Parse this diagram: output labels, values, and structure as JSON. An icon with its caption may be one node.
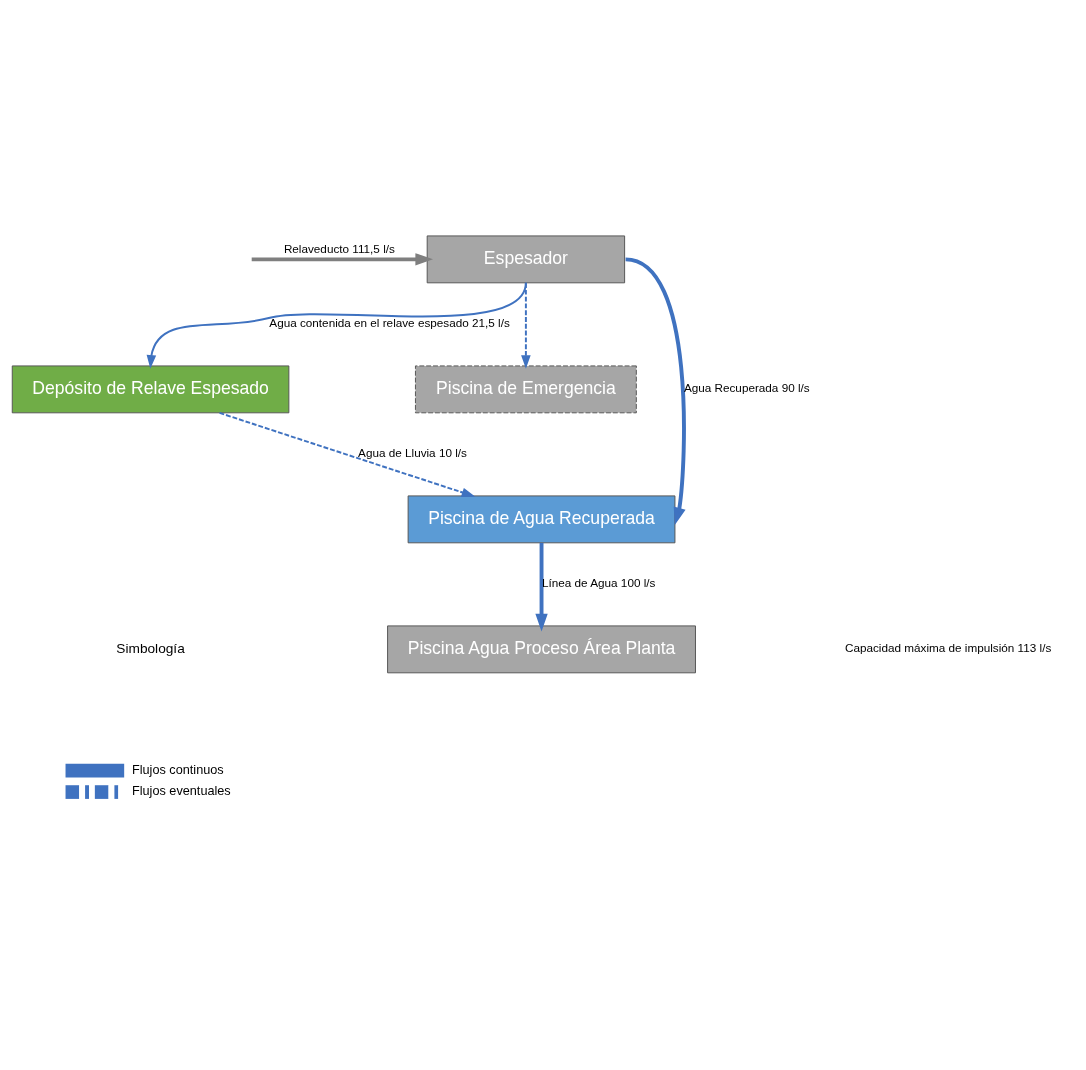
{
  "diagram": {
    "nodes": [
      {
        "text": [
          "Espesador"
        ]
      },
      {
        "text": [
          "Depósito de Relave Espesado"
        ]
      },
      {
        "text": [
          "Piscina de Emergencia"
        ]
      },
      {
        "text": [
          "Piscina de Agua Recuperada"
        ]
      },
      {
        "text": [
          "Piscina Agua Proceso Área Planta"
        ]
      }
    ],
    "edges": [
      {
        "from": null,
        "to": 0,
        "arrow": "to",
        "label": "Relaveducto 111,5 l/s",
        "color": "#7f7f7f",
        "style": "thick"
      },
      {
        "from": 0,
        "to": 1,
        "arrow": "to",
        "label": "Agua contenida en el relave espesado 21,5 l/s"
      },
      {
        "from": 0,
        "to": 2,
        "arrow": "to",
        "style": "dashed"
      },
      {
        "from": 0,
        "to": 3,
        "arrow": "to",
        "label": "Agua Recuperada 90 l/s",
        "style": "thick"
      },
      {
        "from": 1,
        "to": 3,
        "arrow": "to",
        "label": "Agua de Lluvia 10 l/s",
        "style": "dashed"
      },
      {
        "from": 3,
        "to": 4,
        "arrow": "to",
        "label": "Línea de Agua 100 l/s",
        "style": "thick"
      }
    ],
    "labels": [
      "Capacidad máxima de impulsión 113 l/s",
      "Simbología"
    ],
    "legend": [
      {
        "text": "Flujos continuos"
      },
      {
        "text": "Flujos eventuales"
      }
    ]
  }
}
